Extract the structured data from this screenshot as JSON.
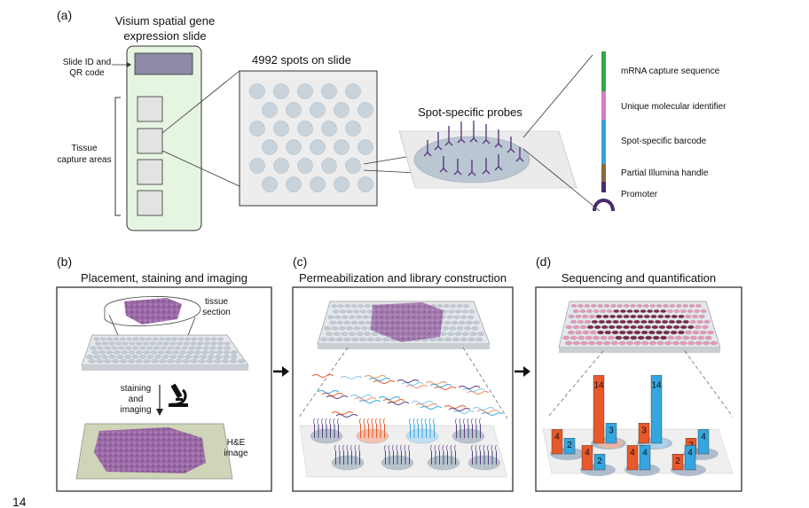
{
  "panel_a": {
    "label": "(a)",
    "slide_title_1": "Visium spatial gene",
    "slide_title_2": "expression slide",
    "slide_id_1": "Slide ID and",
    "slide_id_2": "QR code",
    "tissue_1": "Tissue",
    "tissue_2": "capture areas",
    "spots_title": "4992 spots on slide",
    "probes_title": "Spot-specific probes",
    "probe_parts": [
      "mRNA capture sequence",
      "Unique molecular identifier",
      "Spot-specific barcode",
      "Partial Illumina handle",
      "Promoter"
    ]
  },
  "panel_b": {
    "label": "(b)",
    "title": "Placement, staining and imaging",
    "tissue_1": "tissue",
    "tissue_2": "section",
    "stain_1": "staining",
    "stain_2": "and",
    "stain_3": "imaging",
    "he_1": "H&E",
    "he_2": "image"
  },
  "panel_c": {
    "label": "(c)",
    "title": "Permeabilization and library construction"
  },
  "panel_d": {
    "label": "(d)",
    "title": "Sequencing and quantification",
    "bar_values": [
      "4",
      "2",
      "14",
      "3",
      "3",
      "14",
      "2",
      "4",
      "4",
      "2",
      "4",
      "4",
      "2",
      "4"
    ]
  },
  "page_number": "14",
  "colors": {
    "slide_green": "#e6f5e1",
    "spot_blue": "#c9d3dc",
    "orange": "#e9582a",
    "blue": "#35a6df",
    "purple": "#5b3a80",
    "tissue": "#8e5c99"
  }
}
